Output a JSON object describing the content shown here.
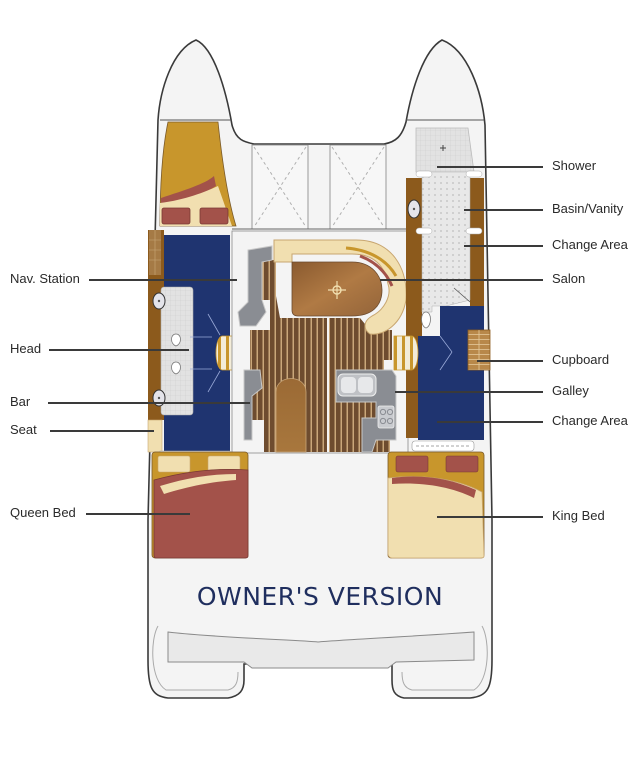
{
  "title": "OWNER'S VERSION",
  "colors": {
    "navy": "#1f3470",
    "wood": "#8c5a1c",
    "teak": "#6b4a2e",
    "gold": "#c8962c",
    "cream": "#f1dfb0",
    "bed_red": "#a3524a",
    "grey": "#8a8d93",
    "hull": "#f4f4f4",
    "outline": "#3a3a3a",
    "title_text": "#1f2e5e"
  },
  "labels_left": [
    {
      "id": "nav-station",
      "text": "Nav. Station"
    },
    {
      "id": "head",
      "text": "Head"
    },
    {
      "id": "bar",
      "text": "Bar"
    },
    {
      "id": "seat",
      "text": "Seat"
    },
    {
      "id": "queen-bed",
      "text": "Queen Bed"
    }
  ],
  "labels_right": [
    {
      "id": "shower",
      "text": "Shower"
    },
    {
      "id": "basin-vanity",
      "text": "Basin/Vanity"
    },
    {
      "id": "change-area-fwd",
      "text": "Change Area"
    },
    {
      "id": "salon",
      "text": "Salon"
    },
    {
      "id": "cupboard",
      "text": "Cupboard"
    },
    {
      "id": "galley",
      "text": "Galley"
    },
    {
      "id": "change-area-aft",
      "text": "Change Area"
    },
    {
      "id": "king-bed",
      "text": "King Bed"
    }
  ]
}
